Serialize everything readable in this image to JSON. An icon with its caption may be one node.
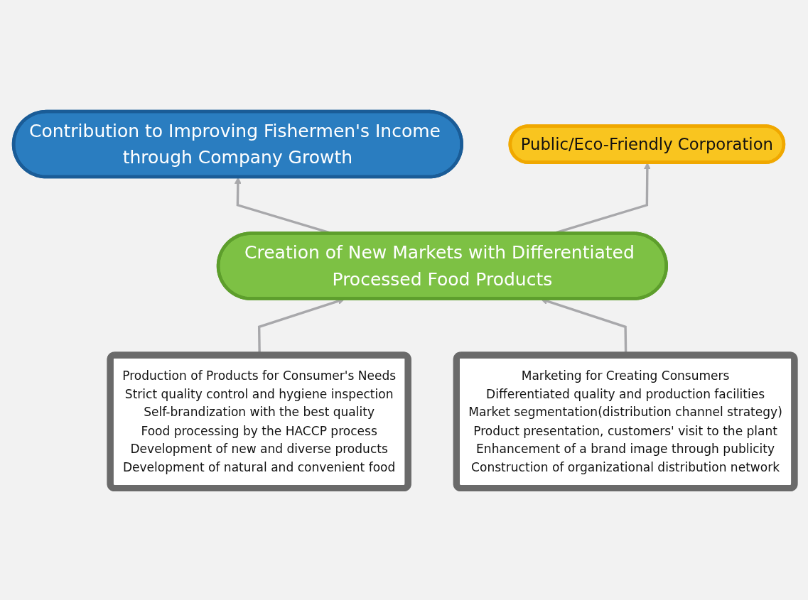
{
  "diagram": {
    "nodes": [
      {
        "text": [
          "Contribution to Improving Fishermen's Income through Company Growth"
        ]
      },
      {
        "text": [
          "Public/Eco-Friendly Corporation"
        ]
      },
      {
        "text": [
          "Creation of New Markets with Differentiated Processed Food Products"
        ]
      },
      {
        "text": [
          "Production of Products for Consumer's Needs",
          "Strict quality control and hygiene inspection",
          "Self-brandization with the best quality",
          "Food processing by the HACCP process",
          "Development of new and diverse products",
          "Development of natural and convenient food"
        ]
      },
      {
        "text": [
          "Marketing for Creating Consumers",
          "Differentiated quality and production facilities",
          "Market segmentation(distribution channel strategy)",
          "Product presentation, customers' visit to the plant",
          "Enhancement of a brand image through publicity",
          "Construction of organizational distribution network"
        ]
      }
    ],
    "edges": [
      {
        "from": 3,
        "to": 2,
        "arrow": "to"
      },
      {
        "from": 4,
        "to": 2,
        "arrow": "to"
      },
      {
        "from": 2,
        "to": 0,
        "arrow": "to"
      },
      {
        "from": 2,
        "to": 1,
        "arrow": "to"
      }
    ]
  }
}
